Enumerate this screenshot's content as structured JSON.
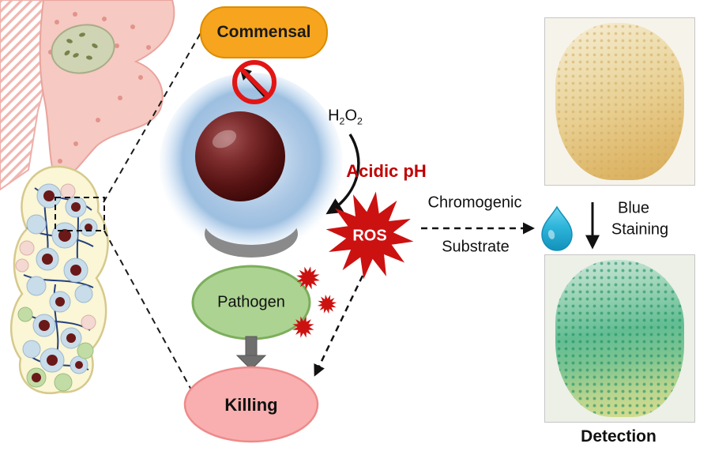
{
  "diagram": {
    "commensal": {
      "label": "Commensal"
    },
    "h2o2": {
      "h": "H",
      "sub1": "2",
      "o": "O",
      "sub2": "2"
    },
    "acidic_ph": {
      "label": "Acidic pH"
    },
    "ros": {
      "label": "ROS"
    },
    "pathogen": {
      "label": "Pathogen"
    },
    "killing": {
      "label": "Killing"
    },
    "chromogenic_arrow": {
      "top_label": "Chromogenic",
      "bottom_label": "Substrate"
    },
    "staining": {
      "line1": "Blue",
      "line2": "Staining"
    },
    "detection": {
      "label": "Detection"
    }
  },
  "icons": {
    "no_entry": "no-entry-icon",
    "droplet": "droplet-icon",
    "ros_burst": "ros-burst-icon",
    "down_arrow": "down-arrow-icon",
    "block_arrow": "gray-block-arrow-icon"
  },
  "colors": {
    "commensal_orange": "#F7A51E",
    "pathogen_green": "#ACD392",
    "killing_pink": "#F9AFAF",
    "ros_red": "#CC1111",
    "acidic_ph_red": "#C00000",
    "droplet_cyan": "#2EB5DA",
    "vesicle_blue": "#A9C6E4",
    "bacterium_maroon": "#571313",
    "arrow_gray": "#6F6F6F"
  }
}
